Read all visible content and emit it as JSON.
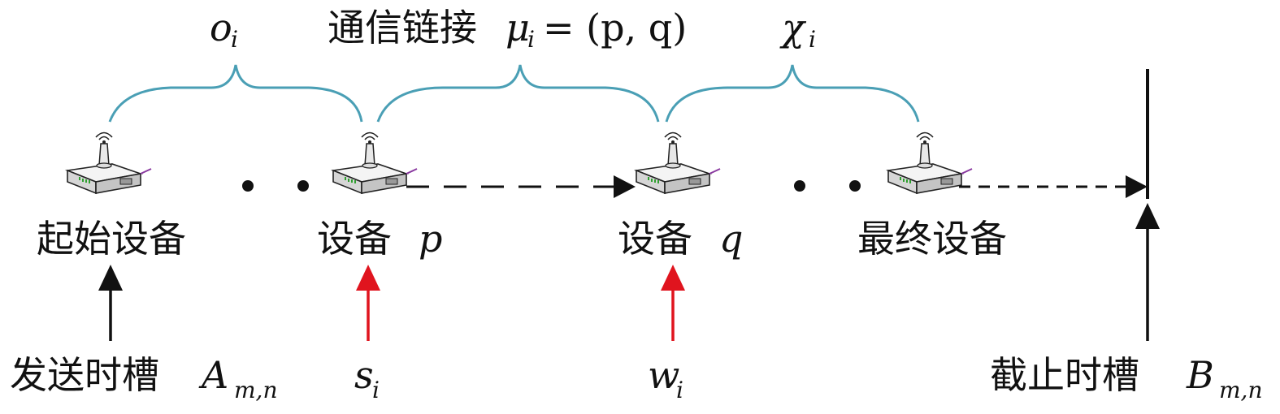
{
  "labels": {
    "start_device": "起始设备",
    "device_p_cjk": "设备",
    "device_p_var": "p",
    "device_q_cjk": "设备",
    "device_q_var": "q",
    "final_device": "最终设备",
    "send_slot_cjk": "发送时槽",
    "send_slot_var": "A",
    "send_slot_sub": "m,n",
    "deadline_slot_cjk": "截止时槽",
    "deadline_slot_var": "B",
    "deadline_slot_sub": "m,n",
    "s_var": "s",
    "s_sub": "i",
    "w_var": "w",
    "w_sub": "i"
  },
  "braces": {
    "o_var": "o",
    "o_sub": "i",
    "link_cjk": "通信链接",
    "mu_var": "μ",
    "mu_sub": "i",
    "mu_rhs": "= (p, q)",
    "chi_var": "χ",
    "chi_sub": "i"
  },
  "colors": {
    "brace": "#4a9fb5",
    "red_arrow": "#e0141e",
    "black": "#111111"
  },
  "icons": [
    "router-icon",
    "router-icon",
    "router-icon",
    "router-icon"
  ]
}
